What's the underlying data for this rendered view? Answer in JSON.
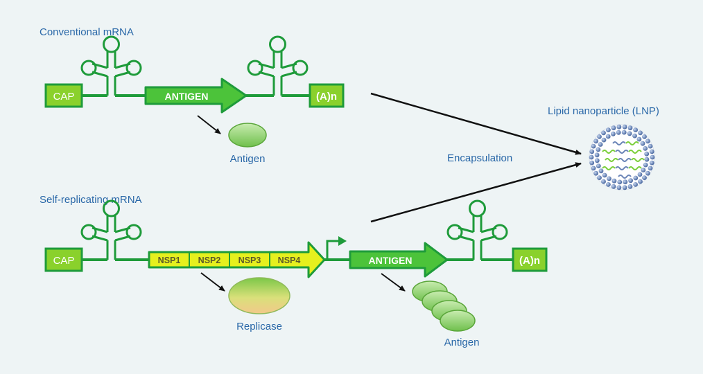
{
  "colors": {
    "background": "#eef4f5",
    "strand_green": "#1e9b3a",
    "box_fill": "#8ad12c",
    "arrow_fill": "#4cc33a",
    "nsp_fill": "#e6f01e",
    "nsp_text": "#5a5a2a",
    "label_blue": "#2a68a8",
    "particle_blue": "#4f6fa6"
  },
  "conventional": {
    "title": "Conventional mRNA",
    "cap": "CAP",
    "antigen": "ANTIGEN",
    "polya": "(A)n",
    "product": "Antigen"
  },
  "self_replicating": {
    "title": "Self-replicating mRNA",
    "cap": "CAP",
    "nsp": [
      "NSP1",
      "NSP2",
      "NSP3",
      "NSP4"
    ],
    "antigen": "ANTIGEN",
    "polya": "(A)n",
    "replicase": "Replicase",
    "product": "Antigen"
  },
  "encapsulation": "Encapsulation",
  "lnp": "Lipid nanoparticle (LNP)",
  "icons": [
    "stem-loop-icon",
    "promoter-arrow-icon",
    "lipid-nanoparticle-icon"
  ]
}
